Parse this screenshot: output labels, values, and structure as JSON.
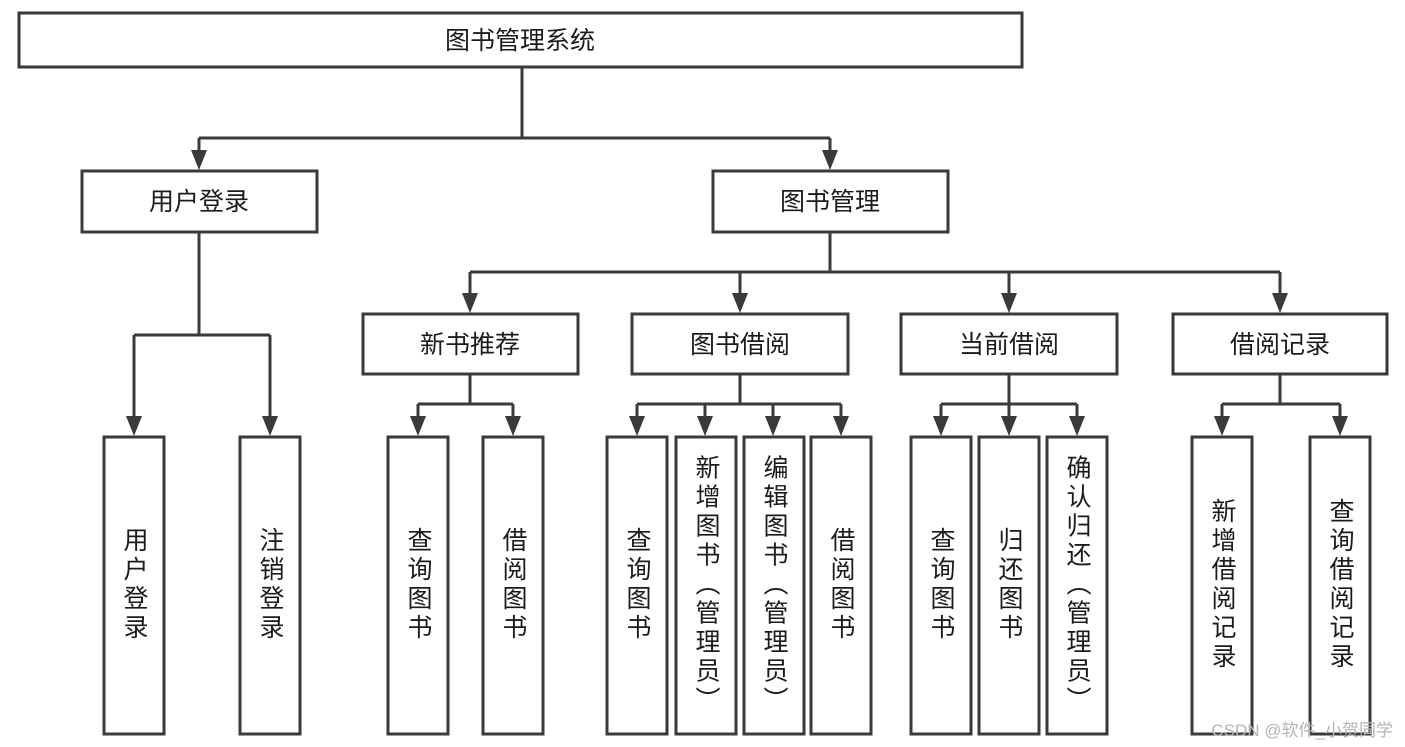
{
  "diagram": {
    "type": "tree-hierarchy-flowchart",
    "title": "图书管理系统",
    "watermark": "CSDN @软件_小贺同学",
    "colors": {
      "background": "#ffffff",
      "stroke": "#3a3a3a",
      "text": "#1b1b1b",
      "watermark": "#b4b4b4"
    },
    "levels": {
      "level0": {
        "nodes": [
          {
            "id": "root",
            "label": "图书管理系统",
            "orientation": "horizontal"
          }
        ]
      },
      "level1": {
        "nodes": [
          {
            "id": "user-login",
            "label": "用户登录",
            "orientation": "horizontal"
          },
          {
            "id": "book-manage",
            "label": "图书管理",
            "orientation": "horizontal"
          }
        ]
      },
      "level2": {
        "nodes": [
          {
            "id": "new-book-rec",
            "label": "新书推荐",
            "orientation": "horizontal"
          },
          {
            "id": "book-borrow",
            "label": "图书借阅",
            "orientation": "horizontal"
          },
          {
            "id": "current-borrow",
            "label": "当前借阅",
            "orientation": "horizontal"
          },
          {
            "id": "borrow-record",
            "label": "借阅记录",
            "orientation": "horizontal"
          }
        ]
      },
      "level3": {
        "nodes": [
          {
            "id": "leaf-user-login",
            "label": "用户登录",
            "orientation": "vertical",
            "parent": "user-login"
          },
          {
            "id": "leaf-user-logout",
            "label": "注销登录",
            "orientation": "vertical",
            "parent": "user-login"
          },
          {
            "id": "leaf-query-book-1",
            "label": "查询图书",
            "orientation": "vertical",
            "parent": "new-book-rec"
          },
          {
            "id": "leaf-borrow-book-1",
            "label": "借阅图书",
            "orientation": "vertical",
            "parent": "new-book-rec"
          },
          {
            "id": "leaf-query-book-2",
            "label": "查询图书",
            "orientation": "vertical",
            "parent": "book-borrow"
          },
          {
            "id": "leaf-add-book",
            "label": "新增图书（管理员）",
            "orientation": "vertical",
            "parent": "book-borrow"
          },
          {
            "id": "leaf-edit-book",
            "label": "编辑图书（管理员）",
            "orientation": "vertical",
            "parent": "book-borrow"
          },
          {
            "id": "leaf-borrow-book-2",
            "label": "借阅图书",
            "orientation": "vertical",
            "parent": "book-borrow"
          },
          {
            "id": "leaf-query-book-3",
            "label": "查询图书",
            "orientation": "vertical",
            "parent": "current-borrow"
          },
          {
            "id": "leaf-return-book",
            "label": "归还图书",
            "orientation": "vertical",
            "parent": "current-borrow"
          },
          {
            "id": "leaf-confirm-return",
            "label": "确认归还（管理员）",
            "orientation": "vertical",
            "parent": "current-borrow"
          },
          {
            "id": "leaf-add-record",
            "label": "新增借阅记录",
            "orientation": "vertical",
            "parent": "borrow-record"
          },
          {
            "id": "leaf-query-record",
            "label": "查询借阅记录",
            "orientation": "vertical",
            "parent": "borrow-record"
          }
        ]
      }
    }
  }
}
